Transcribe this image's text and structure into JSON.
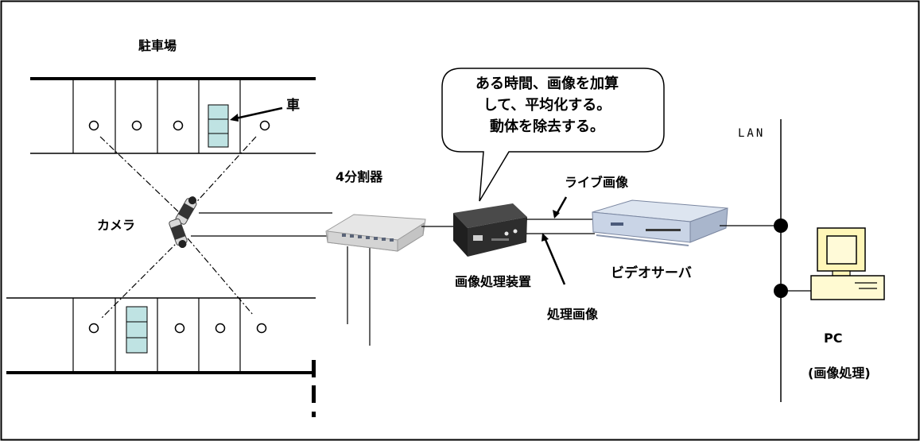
{
  "labels": {
    "parking_lot": "駐車場",
    "car": "車",
    "camera": "カメラ",
    "splitter": "4分割器",
    "image_processor": "画像処理装置",
    "video_server": "ビデオサーバ",
    "live_image": "ライブ画像",
    "processed_image": "処理画像",
    "lan": "LAN",
    "pc": "PC",
    "pc_role": "(画像処理)"
  },
  "callout": {
    "lines": [
      "ある時間、画像を加算",
      "して、平均化する。",
      "動体を除去する。"
    ]
  },
  "colors": {
    "car_fill": "#bfe3e3",
    "device_body": "#e6e6e6",
    "processor_body": "#2d2d2d",
    "server_body": "#c9d4e6",
    "pc_screen": "#fff8c4",
    "pc_body": "#fffad2"
  },
  "icons": [
    "camera-icon",
    "splitter-icon",
    "processor-icon",
    "video-server-icon",
    "pc-icon"
  ]
}
